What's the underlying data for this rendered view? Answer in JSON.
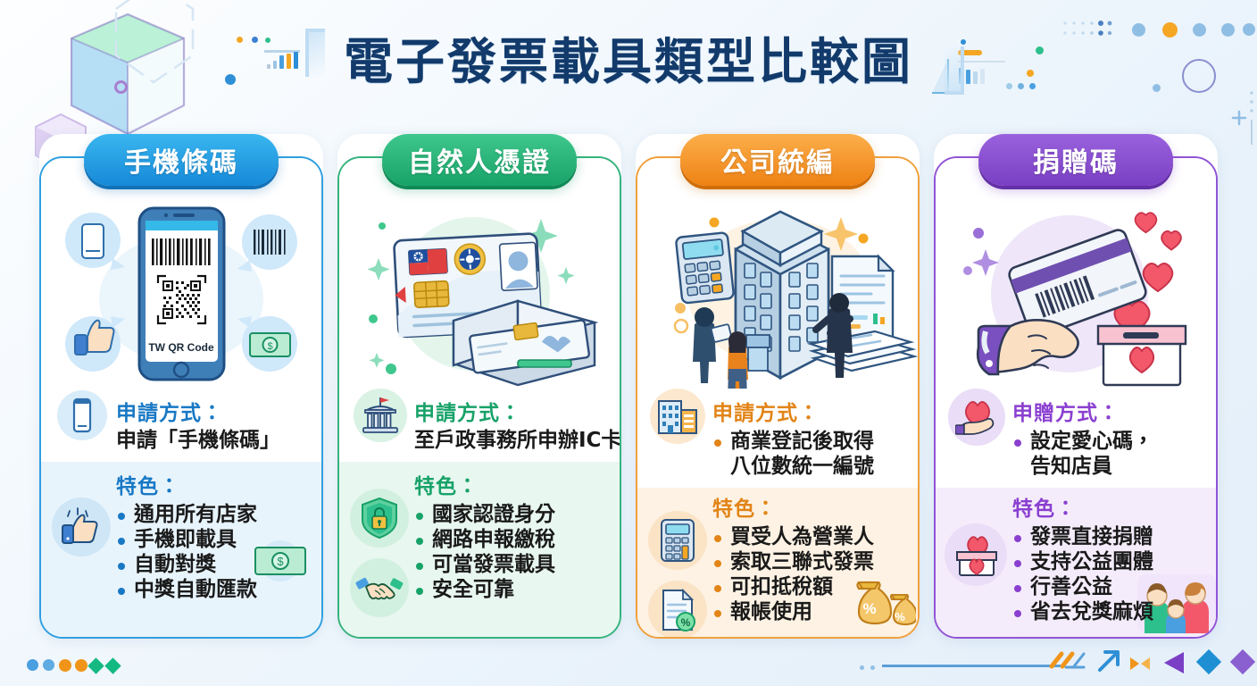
{
  "page": {
    "title": "電子發票載具類型比較圖",
    "background_gradient": [
      "#fdfeff",
      "#e4eff9"
    ],
    "title_color": "#123a6b"
  },
  "cards": [
    {
      "id": "mobile-barcode",
      "header": "手機條碼",
      "accent": "#1789d8",
      "panel_bg": "#e8f4fc",
      "art_label": "TW QR Code",
      "art_icons": [
        "phone-icon",
        "barcode-icon",
        "thumbs-up-icon",
        "banknote-icon",
        "qr-code-icon"
      ],
      "apply": {
        "title": "申請方式：",
        "icon": "phone-icon",
        "lines": [
          "申請「手機條碼」"
        ],
        "bulleted": false
      },
      "features": {
        "title": "特色：",
        "icons": [
          "thumbs-up-icon",
          "banknote-icon"
        ],
        "items": [
          "通用所有店家",
          "手機即載具",
          "自動對獎",
          "中獎自動匯款"
        ]
      }
    },
    {
      "id": "citizen-digital-certificate",
      "header": "自然人憑證",
      "accent": "#17a268",
      "panel_bg": "#e8f7f0",
      "art_label": "",
      "art_icons": [
        "id-card-icon",
        "card-reader-icon",
        "tw-flag-icon",
        "emblem-icon",
        "sparkle-icon"
      ],
      "apply": {
        "title": "申請方式：",
        "icon": "government-building-icon",
        "lines": [
          "至戶政事務所申辦IC卡"
        ],
        "bulleted": false
      },
      "features": {
        "title": "特色：",
        "icons": [
          "shield-lock-icon",
          "handshake-icon"
        ],
        "items": [
          "國家認證身分",
          "網路申報繳稅",
          "可當發票載具",
          "安全可靠"
        ]
      }
    },
    {
      "id": "company-tax-id",
      "header": "公司統編",
      "accent": "#e28417",
      "panel_bg": "#fdf2e3",
      "art_label": "",
      "art_icons": [
        "office-building-icon",
        "calculator-icon",
        "document-icon",
        "business-people-icon"
      ],
      "apply": {
        "title": "申請方式：",
        "icon": "office-building-icon",
        "lines": [
          "商業登記後取得",
          "八位數統一編號"
        ],
        "bulleted": true
      },
      "features": {
        "title": "特色：",
        "icons": [
          "calculator-icon",
          "document-percent-icon",
          "money-bag-icon"
        ],
        "items": [
          "買受人為營業人",
          "索取三聯式發票",
          "可扣抵稅額",
          "報帳使用"
        ]
      }
    },
    {
      "id": "donation-code",
      "header": "捐贈碼",
      "accent": "#8a3fd0",
      "panel_bg": "#f4ecfb",
      "art_label": "",
      "art_icons": [
        "hand-card-icon",
        "heart-icon",
        "donation-box-icon",
        "sparkle-icon"
      ],
      "apply": {
        "title": "申贈方式：",
        "icon": "heart-in-hand-icon",
        "lines": [
          "設定愛心碼，",
          "告知店員"
        ],
        "bulleted": true
      },
      "features": {
        "title": "特色：",
        "icons": [
          "donation-box-icon",
          "family-icon"
        ],
        "items": [
          "發票直接捐贈",
          "支持公益團體",
          "行善公益",
          "省去兌獎麻煩"
        ]
      }
    }
  ],
  "decorations": {
    "palette": [
      "#4a9fe0",
      "#f5a623",
      "#2ec08c",
      "#8a5fd0",
      "#1f8fd4"
    ],
    "bottom_left_dots": 4,
    "bottom_left_diamonds": 2
  }
}
